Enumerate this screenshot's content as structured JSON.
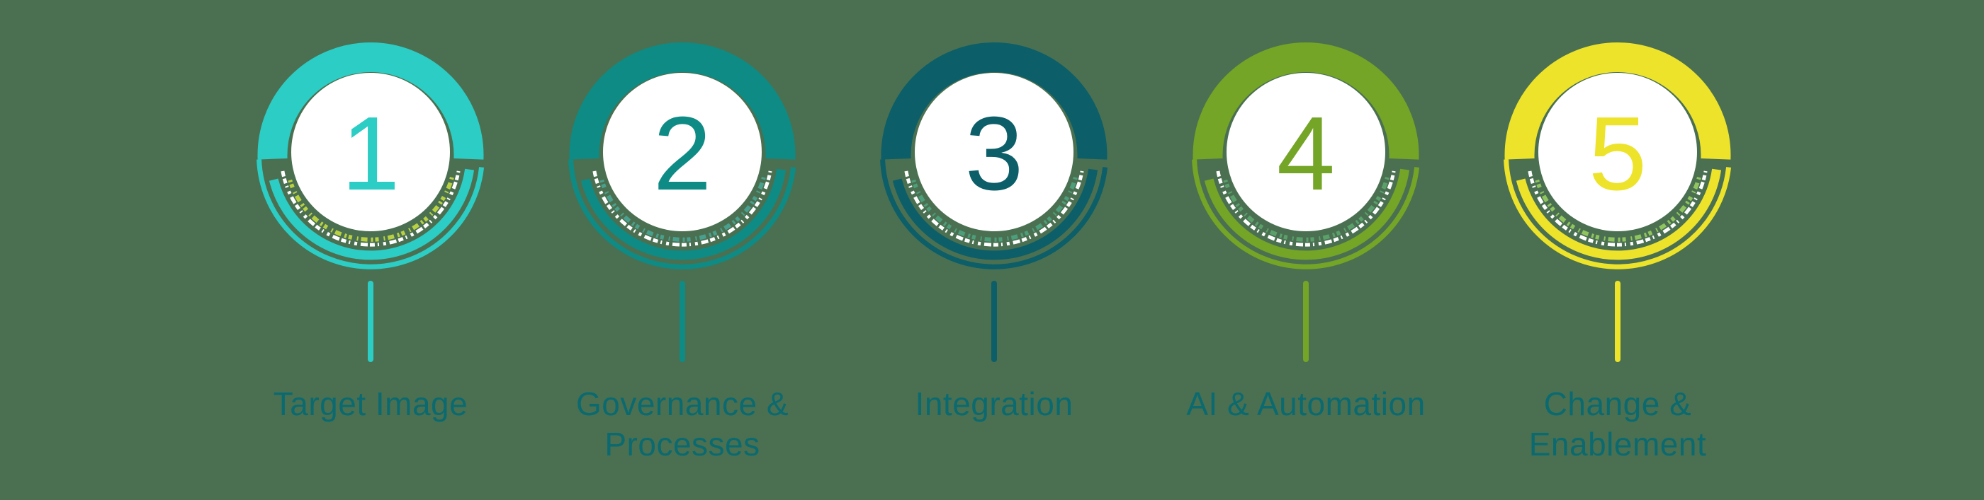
{
  "figure": {
    "type": "process-steps-infographic",
    "background": "#4A7051",
    "label_color": "#0B6A70",
    "inner_circle_color": "#FFFFFF",
    "speckle_white": "#FFFFFF",
    "steps": [
      {
        "number": "1",
        "label": "Target Image",
        "color": "#2CCDC5",
        "speckle": "#B9D043"
      },
      {
        "number": "2",
        "label": "Governance & Processes",
        "color": "#0E8B84",
        "speckle": "#4AA08E"
      },
      {
        "number": "3",
        "label": "Integration",
        "color": "#0C5E69",
        "speckle": "#4D9E7A"
      },
      {
        "number": "4",
        "label": "AI & Automation",
        "color": "#74A526",
        "speckle": "#5BA06B"
      },
      {
        "number": "5",
        "label": "Change & Enablement",
        "color": "#EDE32A",
        "speckle": "#8FC45F"
      }
    ]
  }
}
